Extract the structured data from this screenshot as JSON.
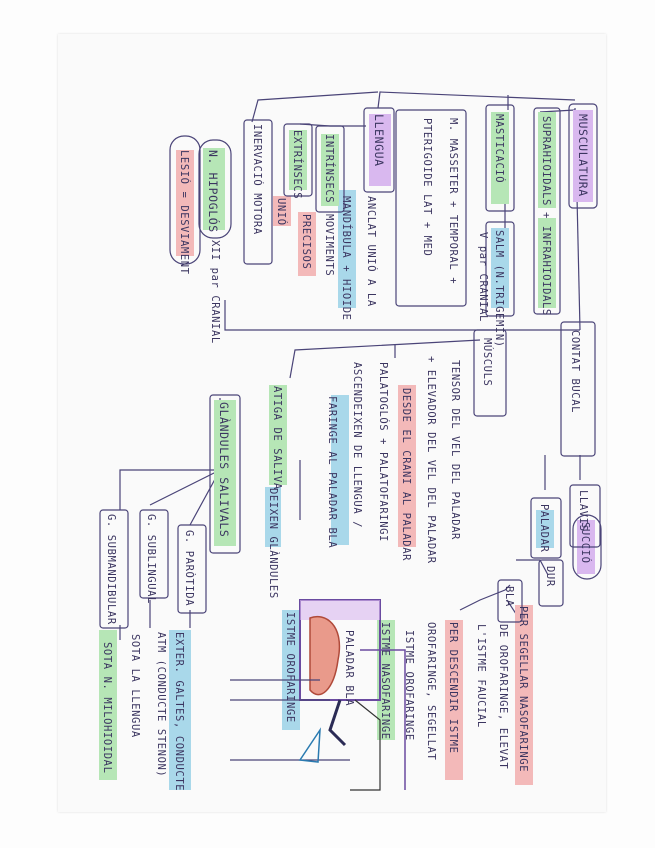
{
  "nodes": {
    "musculatura": "MUSCULATURA",
    "suprahioidals": "SUPRAHIOIDALS",
    "infrahioidals": "+ INFRAHIOIDALS",
    "masticacio": "MASTICACIÓ",
    "masticacio_desc": "M. MASSETER + TEMPORAL +",
    "masticacio_desc2": "PTERIGOIDE LAT + MED",
    "inervacio": "SALM (N.TRIGEMIN)",
    "nervi_v": "V par CRANIAL",
    "llengua": "LLENGUA",
    "llengua_desc": "ANCLAT UNIÓ A LA",
    "llengua_desc2": "MANDÍBULA + HIOIDE",
    "intrinsecs": "INTRÍNSECS",
    "intrinsecs_desc": "MOVIMENTS",
    "intrinsecs_desc2": "PRECISOS",
    "extrinsecs": "EXTRÍNSECS",
    "extrinsecs_desc": "UNIÓ",
    "inervacio_motora": "INERVACIÓ MOTORA",
    "n_hipoglos": "N. HIPOGLÓS",
    "xii_par": "XII par CRANIAL",
    "leso": "LESIÓ = DESVIAMENT",
    "contat_bucal": "CONTAT BUCAL",
    "musculs": "MÚSCULS",
    "tensor": "TENSOR DEL VEL DEL PALADAR",
    "elevador": "+ ELEVADOR DEL VEL DEL PALADAR",
    "desde_crani": "DESDE EL CRANI AL PALADAR",
    "palatoglos": "PALATOGLÓS + PALATOFARINGI",
    "ascendeixen": "ASCENDEIXEN DE LLENGUA /",
    "faringe_paladar": "FARINGE AL PALADAR BLA",
    "atiga": "ATIGA DE SALIVA",
    "glandules_noves": "DEIXEN GLÀNDULES",
    "llavis": "LLAVIS",
    "succio": "SUCCIÓ",
    "paladar": "PALADAR",
    "dur": "DUR",
    "bla": "BLA",
    "bla_desc1": "PER SEGELLAR NASOFARINGE",
    "bla_desc2": "DE OROFARINGE, ELEVAT",
    "bla_desc3": "L'ISTME FAUCIAL",
    "bla_desc4": "PER DESCENDIR ISTME",
    "bla_desc5": "OROFARINGE, SEGELLAT",
    "bla_desc6": "ISTME OROFARINGE",
    "glandules_salivals": "GLÀNDULES SALIVALS",
    "g_parotida": "G. PARÒTIDA",
    "parotida_desc1": "EXTER. GALTES, CONDUCTE",
    "parotida_desc2": "ATM (CONDUCTE STENON)",
    "g_sublingual": "G. SUBLINGUAL",
    "sublingual_desc": "SOTA LA LLENGUA",
    "g_submandibular": "G. SUBMANDIBULAR",
    "submandibular_desc": "SOTA N. MILOHIOIDAL",
    "istme_nasofaringe": "ISTME NASOFARINGE",
    "paladar_bla_label": "PALADAR BLA",
    "istme_orofaringe": "ISTME OROFARINGE"
  }
}
